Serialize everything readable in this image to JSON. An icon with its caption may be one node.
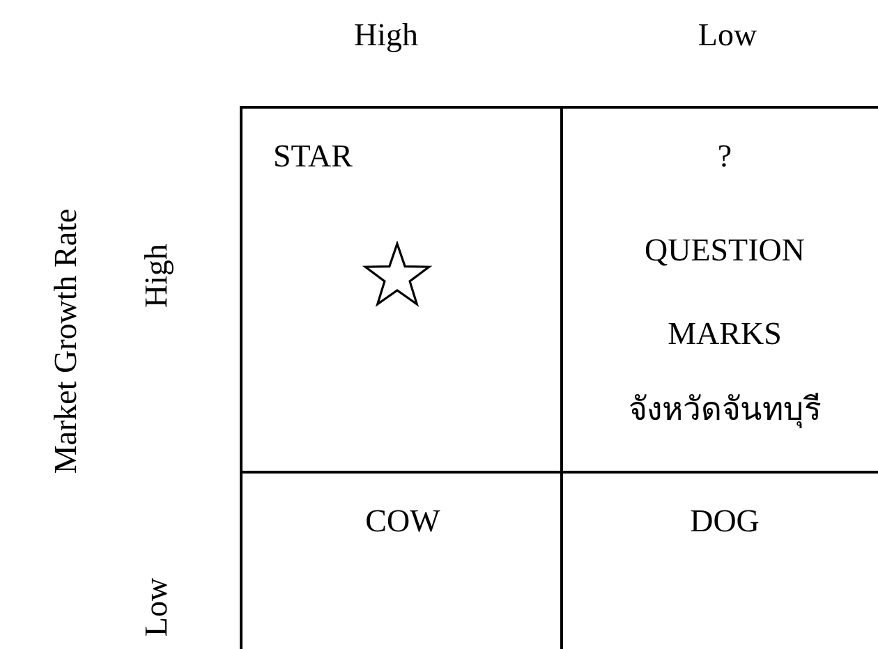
{
  "diagram": {
    "nodes": [
      {
        "text": [
          "STAR"
        ]
      },
      {
        "text": [
          "?",
          "QUESTION MARKS",
          "จังหวัดจันทบุรี"
        ]
      },
      {
        "text": [
          "COW"
        ]
      },
      {
        "text": [
          "DOG"
        ]
      }
    ],
    "labels": [
      "High",
      "Low",
      "Market Growth Rate",
      "High",
      "Low"
    ]
  }
}
